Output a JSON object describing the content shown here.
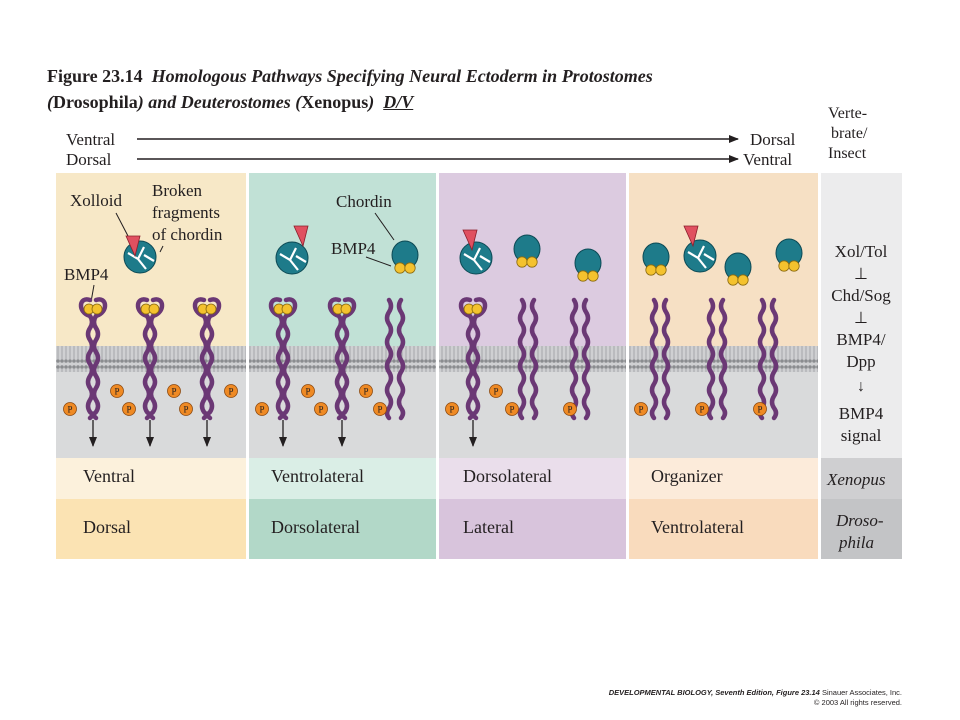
{
  "caption": {
    "fig_label": "Figure 23.14",
    "title_part1": "Homologous Pathways Specifying Neural Ectoderm in Protostomes",
    "paren_open": "(",
    "drosophila": "Drosophila",
    "title_part2": ") and Deuterostomes (",
    "xenopus": "Xenopus",
    "paren_close": ")",
    "dv": "D/V"
  },
  "axes": {
    "vertebrate": {
      "start": "Ventral",
      "end": "Dorsal"
    },
    "insect": {
      "start": "Dorsal",
      "end": "Ventral"
    },
    "header": [
      "Verte-",
      "brate/",
      "Insect"
    ]
  },
  "labels": {
    "xolloid": "Xolloid",
    "broken": [
      "Broken",
      "fragments",
      "of chordin"
    ],
    "bmp4_left": "BMP4",
    "chordin": "Chordin",
    "bmp4_mid": "BMP4",
    "phospho": "P"
  },
  "pathway": {
    "lines": [
      "Xol/Tol",
      "Chd/Sog",
      "BMP4/",
      "Dpp",
      "BMP4",
      "signal"
    ],
    "inhibit_symbol": "⊥",
    "arrow_symbol": "↓"
  },
  "regions": {
    "xenopus_row": [
      "Ventral",
      "Ventrolateral",
      "Dorsolateral",
      "Organizer"
    ],
    "drosophila_row": [
      "Dorsal",
      "Dorsolateral",
      "Lateral",
      "Ventrolateral"
    ],
    "xenopus_label": "Xenopus",
    "drosophila_label": [
      "Droso-",
      "phila"
    ]
  },
  "colors": {
    "panel1": "#f7e8c7",
    "panel2": "#c1e1d6",
    "panel3": "#dccbe0",
    "panel4": "#f6e0c4",
    "receptor": "#6b3875",
    "bmp4": "#f4c22e",
    "chordin": "#1e7b8a",
    "xolloid": "#e05060",
    "phospho": "#ef8a24"
  },
  "footer": {
    "book": "DEVELOPMENTAL BIOLOGY, Seventh Edition, Figure 23.14",
    "publisher": "Sinauer Associates, Inc.",
    "rights": "© 2003 All rights reserved."
  }
}
